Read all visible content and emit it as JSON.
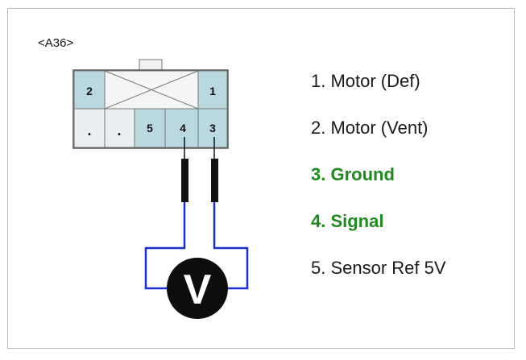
{
  "connector": {
    "id": "<A36>",
    "top_row": [
      "2",
      "1"
    ],
    "bottom_row": [
      ".",
      ".",
      "5",
      "4",
      "3"
    ]
  },
  "meter": {
    "symbol": "V"
  },
  "pins": [
    {
      "label": "1. Motor (Def)",
      "highlight": false
    },
    {
      "label": "2. Motor (Vent)",
      "highlight": false
    },
    {
      "label": "3. Ground",
      "highlight": true
    },
    {
      "label": "4. Signal",
      "highlight": true
    },
    {
      "label": "5. Sensor Ref 5V",
      "highlight": false
    }
  ],
  "colors": {
    "cavity_fill": "#b9d8df",
    "empty_cavity_fill": "#e9eff1",
    "highlight_text": "#1f8a1f",
    "wire": "#1a2fd6",
    "probe": "#111111"
  }
}
